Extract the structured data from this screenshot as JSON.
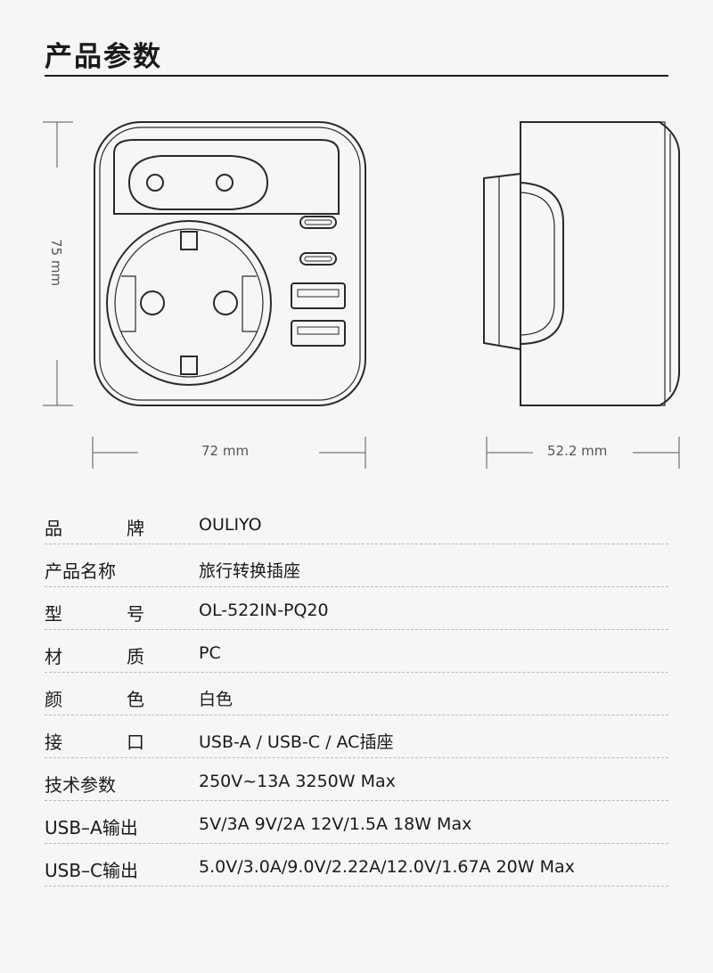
{
  "title": "产品参数",
  "dimensions": {
    "width": "72 mm",
    "depth": "52.2 mm",
    "height": "75 mm"
  },
  "specs": [
    {
      "label_a": "品",
      "label_b": "牌",
      "value": "OULIYO"
    },
    {
      "label": "产品名称",
      "value": "旅行转换插座"
    },
    {
      "label_a": "型",
      "label_b": "号",
      "value": "OL-522IN-PQ20"
    },
    {
      "label_a": "材",
      "label_b": "质",
      "value": "PC"
    },
    {
      "label_a": "颜",
      "label_b": "色",
      "value": "白色"
    },
    {
      "label_a": "接",
      "label_b": "口",
      "value": "USB-A / USB-C / AC插座"
    },
    {
      "label": "技术参数",
      "value": "250V~13A  3250W Max"
    },
    {
      "label": "USB–A输出",
      "value": "5V/3A  9V/2A  12V/1.5A  18W Max"
    },
    {
      "label": "USB–C输出",
      "value": "5.0V/3.0A/9.0V/2.22A/12.0V/1.67A  20W Max"
    }
  ]
}
